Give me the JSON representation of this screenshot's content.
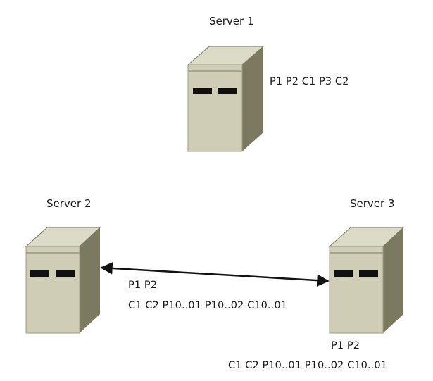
{
  "servers": [
    {
      "name": "Server 1",
      "data_lines": [
        "P1 P2 C1 P3 C2"
      ]
    },
    {
      "name": "Server 2",
      "data_lines": []
    },
    {
      "name": "Server 3",
      "data_lines": [
        "P1 P2",
        "C1 C2 P10..01 P10..02 C10..01"
      ]
    }
  ],
  "link": {
    "from": "Server 2",
    "to": "Server 3",
    "style": "bidirectional-arrow",
    "labels": [
      "P1 P2",
      "C1 C2 P10..01 P10..02 C10..01"
    ]
  },
  "colors": {
    "server_front": "#cfcdb6",
    "server_top": "#dcdbc8",
    "server_side": "#7b7a60",
    "server_band": "#a7a58d",
    "server_slot": "#111111",
    "arrow": "#111111"
  }
}
